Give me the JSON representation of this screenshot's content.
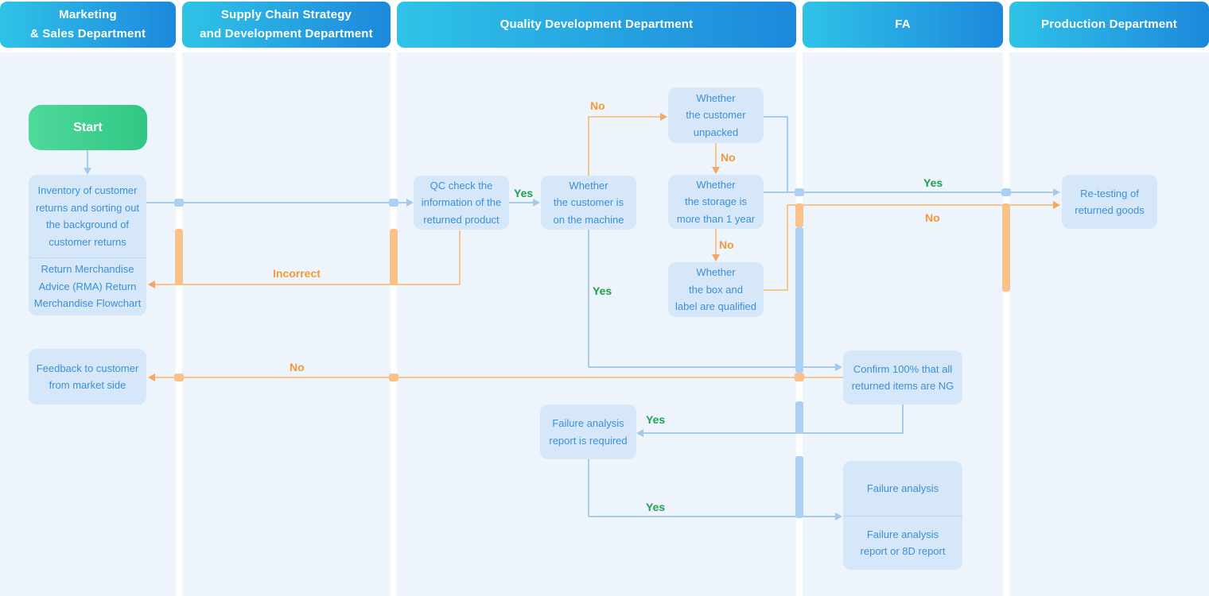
{
  "lanes": [
    {
      "title": "Marketing\n& Sales Department"
    },
    {
      "title": "Supply Chain Strategy\nand Development Department"
    },
    {
      "title": "Quality Development Department"
    },
    {
      "title": "FA"
    },
    {
      "title": "Production Department"
    }
  ],
  "nodes": {
    "start": "Start",
    "inventory": "Inventory of customer\nreturns and sorting out\nthe background of\ncustomer returns",
    "rma": "Return Merchandise\nAdvice (RMA) Return\nMerchandise Flowchart",
    "qc_check": "QC check the\ninformation of the\nreturned product",
    "on_machine": "Whether\nthe customer is\non the machine",
    "unpacked": "Whether\nthe customer\nunpacked",
    "storage": "Whether\nthe storage is\nmore than 1 year",
    "box_label": "Whether\nthe box and\nlabel are qualified",
    "retesting": "Re-testing of\nreturned goods",
    "confirm_ng": "Confirm 100% that all\nreturned items are NG",
    "feedback": "Feedback to customer\nfrom market side",
    "fa_required": "Failure analysis\nreport is required",
    "failure_analysis": "Failure analysis",
    "fa_report": "Failure analysis\nreport or 8D report"
  },
  "edge_labels": {
    "qc_yes": "Yes",
    "machine_yes": "Yes",
    "storage_yes": "Yes",
    "report_yes": "Yes",
    "analysis_yes": "Yes",
    "unpacked_no": "No",
    "storage_no": "No",
    "box_no": "No",
    "retest_no": "No",
    "confirm_no": "No",
    "incorrect": "Incorrect"
  },
  "colors": {
    "header-grad-a": "#2fc3e7",
    "header-grad-b": "#1d88dc",
    "lane-bg": "#edf4fc",
    "node-bg": "#d6e7fa",
    "node-text": "#3b90d5",
    "start-grad-a": "#4fd99b",
    "start-grad-b": "#31c783",
    "line-blue": "#a9cbea",
    "line-orange": "#f8c68c",
    "bar-blue": "#abd0f5",
    "bar-orange": "#fac289",
    "arrow-blue": "#a4c9ed",
    "arrow-orange": "#f2a765",
    "label-green": "#1ea24e",
    "label-orange": "#f59936"
  }
}
